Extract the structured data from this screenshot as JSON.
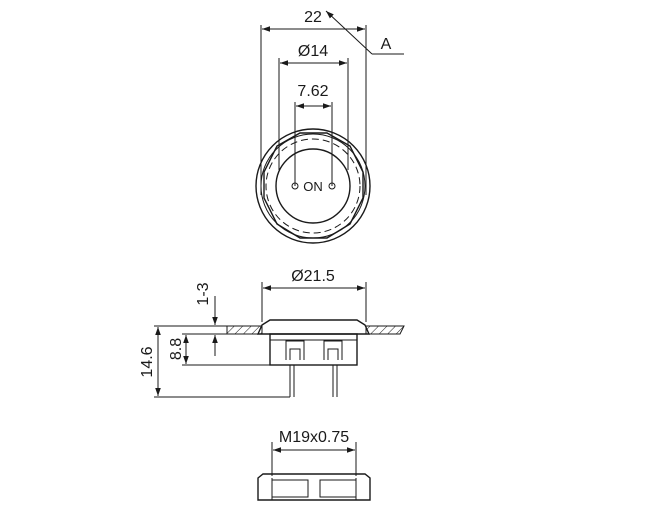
{
  "top_view": {
    "dim_outer": "22",
    "dim_mid": "Ø14",
    "dim_pin": "7.62",
    "label_a": "A",
    "button_text": "ON"
  },
  "side_view": {
    "dim_flange": "Ø21.5",
    "dim_panel": "1-3",
    "dim_body": "8.8",
    "dim_total": "14.6"
  },
  "nut_view": {
    "dim_thread": "M19x0.75"
  }
}
